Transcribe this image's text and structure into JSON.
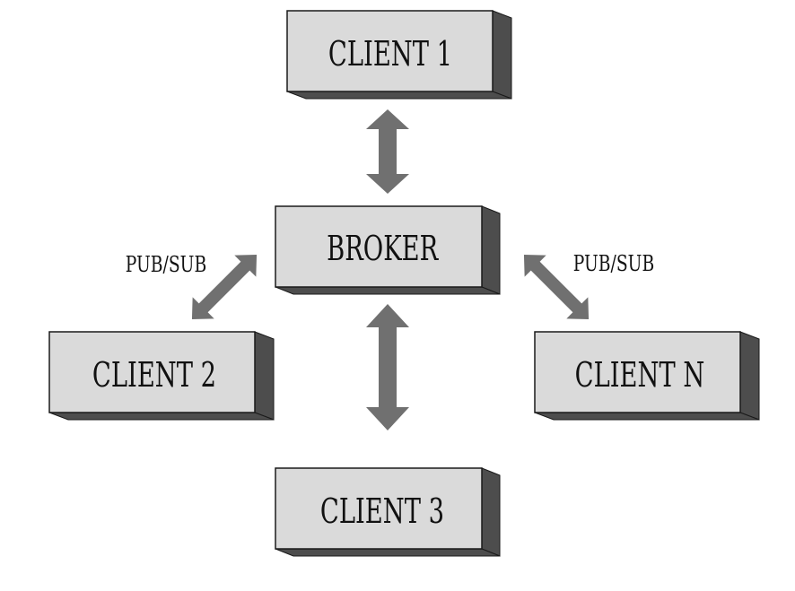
{
  "diagram": {
    "nodes": {
      "client1": "CLIENT 1",
      "broker": "BROKER",
      "client2": "CLIENT 2",
      "clientN": "CLIENT N",
      "client3": "CLIENT 3"
    },
    "edge_labels": {
      "left": "PUB/SUB",
      "right": "PUB/SUB"
    },
    "colors": {
      "box_face": "#dadada",
      "box_side": "#4d4d4d",
      "box_border": "#1a1a1a",
      "arrow": "#707070",
      "text": "#111111"
    }
  }
}
